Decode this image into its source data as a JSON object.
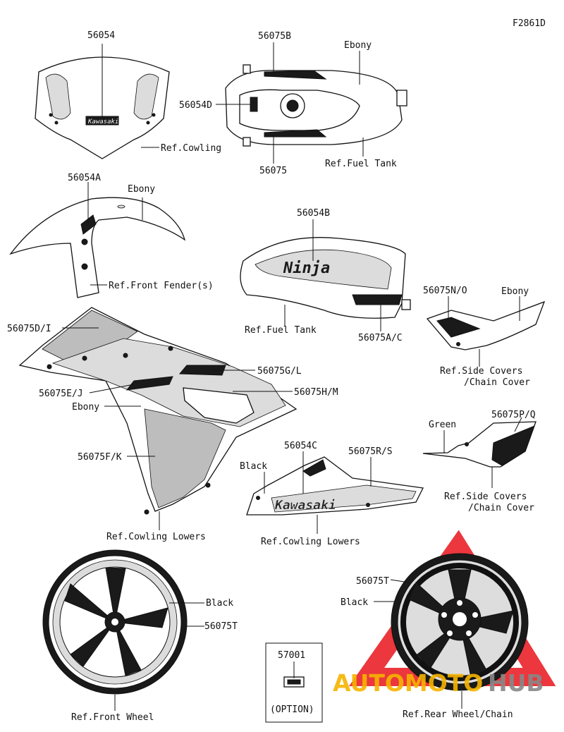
{
  "diagram_code": "F2861D",
  "labels": {
    "l56054": "56054",
    "ref_cowling": "Ref.Cowling",
    "l56075b": "56075B",
    "ebony_tank": "Ebony",
    "l56054d": "56054D",
    "l56075": "56075",
    "ref_fuel_tank_top": "Ref.Fuel Tank",
    "l56054a": "56054A",
    "ebony_fender": "Ebony",
    "ref_front_fender": "Ref.Front Fender(s)",
    "l56054b": "56054B",
    "ref_fuel_tank_side": "Ref.Fuel Tank",
    "l56075ac": "56075A/C",
    "l56075no": "56075N/O",
    "ebony_sidecover": "Ebony",
    "ref_side_covers_1": "Ref.Side Covers",
    "chain_cover_1": "/Chain Cover",
    "l56075di": "56075D/I",
    "l56075gl": "56075G/L",
    "l56075ej": "56075E/J",
    "l56075hm": "56075H/M",
    "ebony_cowl": "Ebony",
    "l56075fk": "56075F/K",
    "ref_cowling_lowers_1": "Ref.Cowling Lowers",
    "green": "Green",
    "l56075pq": "56075P/Q",
    "ref_side_covers_2": "Ref.Side Covers",
    "chain_cover_2": "/Chain Cover",
    "black_lower": "Black",
    "l56054c": "56054C",
    "l56075rs": "56075R/S",
    "ref_cowling_lowers_2": "Ref.Cowling Lowers",
    "black_front_wheel": "Black",
    "l56075t_front": "56075T",
    "ref_front_wheel": "Ref.Front Wheel",
    "l57001": "57001",
    "option": "(OPTION)",
    "l56075t_rear": "56075T",
    "black_rear_wheel": "Black",
    "ref_rear_wheel": "Ref.Rear Wheel/Chain"
  },
  "decal_text": {
    "kawasaki_small": "Kawasaki",
    "ninja": "Ninja",
    "kawasaki_lower": "Kawasaki"
  },
  "watermark": {
    "text_a": "AUTOMOTO",
    "text_b": "HUB",
    "color_a": "#f6b400",
    "color_b": "#888888",
    "triangle_color": "#e8141b"
  }
}
